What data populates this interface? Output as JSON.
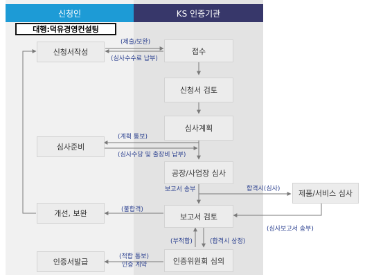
{
  "header": {
    "applicant": "신청인",
    "ks_institution": "KS 인증기관"
  },
  "agent_stamp": "대행:덕유경영컨설팅",
  "boxes": {
    "application_write": "신청서작성",
    "receipt": "접수",
    "application_review": "신청서 검토",
    "audit_plan": "심사계획",
    "audit_prepare": "심사준비",
    "factory_audit": "공장/사업장 심사",
    "product_service_audit": "제품/서비스 심사",
    "improvement": "개선, 보완",
    "report_review": "보고서 검토",
    "committee_review": "인증위원회 심의",
    "cert_issue": "인증서발급"
  },
  "labels": {
    "submit_supplement": "(제출/보완)",
    "audit_fee_pay": "(심사수수료 납부)",
    "plan_notice": "(계획 통보)",
    "expense_pay": "(심사수당 및 출장비 납부)",
    "report_send": "보고서 송부",
    "on_pass": "합격시(심사)",
    "audit_report_send": "(심사보고서 송부)",
    "nonconform": "(불합격)",
    "unsuitable": "(부적합)",
    "on_pass_submit": "(합격시 상정)",
    "suitable_notice": "(적합 통보)",
    "cert_contract": "인증 계약"
  },
  "colors": {
    "applicant_header": "#1d9bd6",
    "institution_header": "#37376a",
    "applicant_column": "#f1f1f1",
    "institution_column": "#e3e3e3",
    "arrow": "#7a7a7a",
    "label_text": "#2a3f8f"
  }
}
